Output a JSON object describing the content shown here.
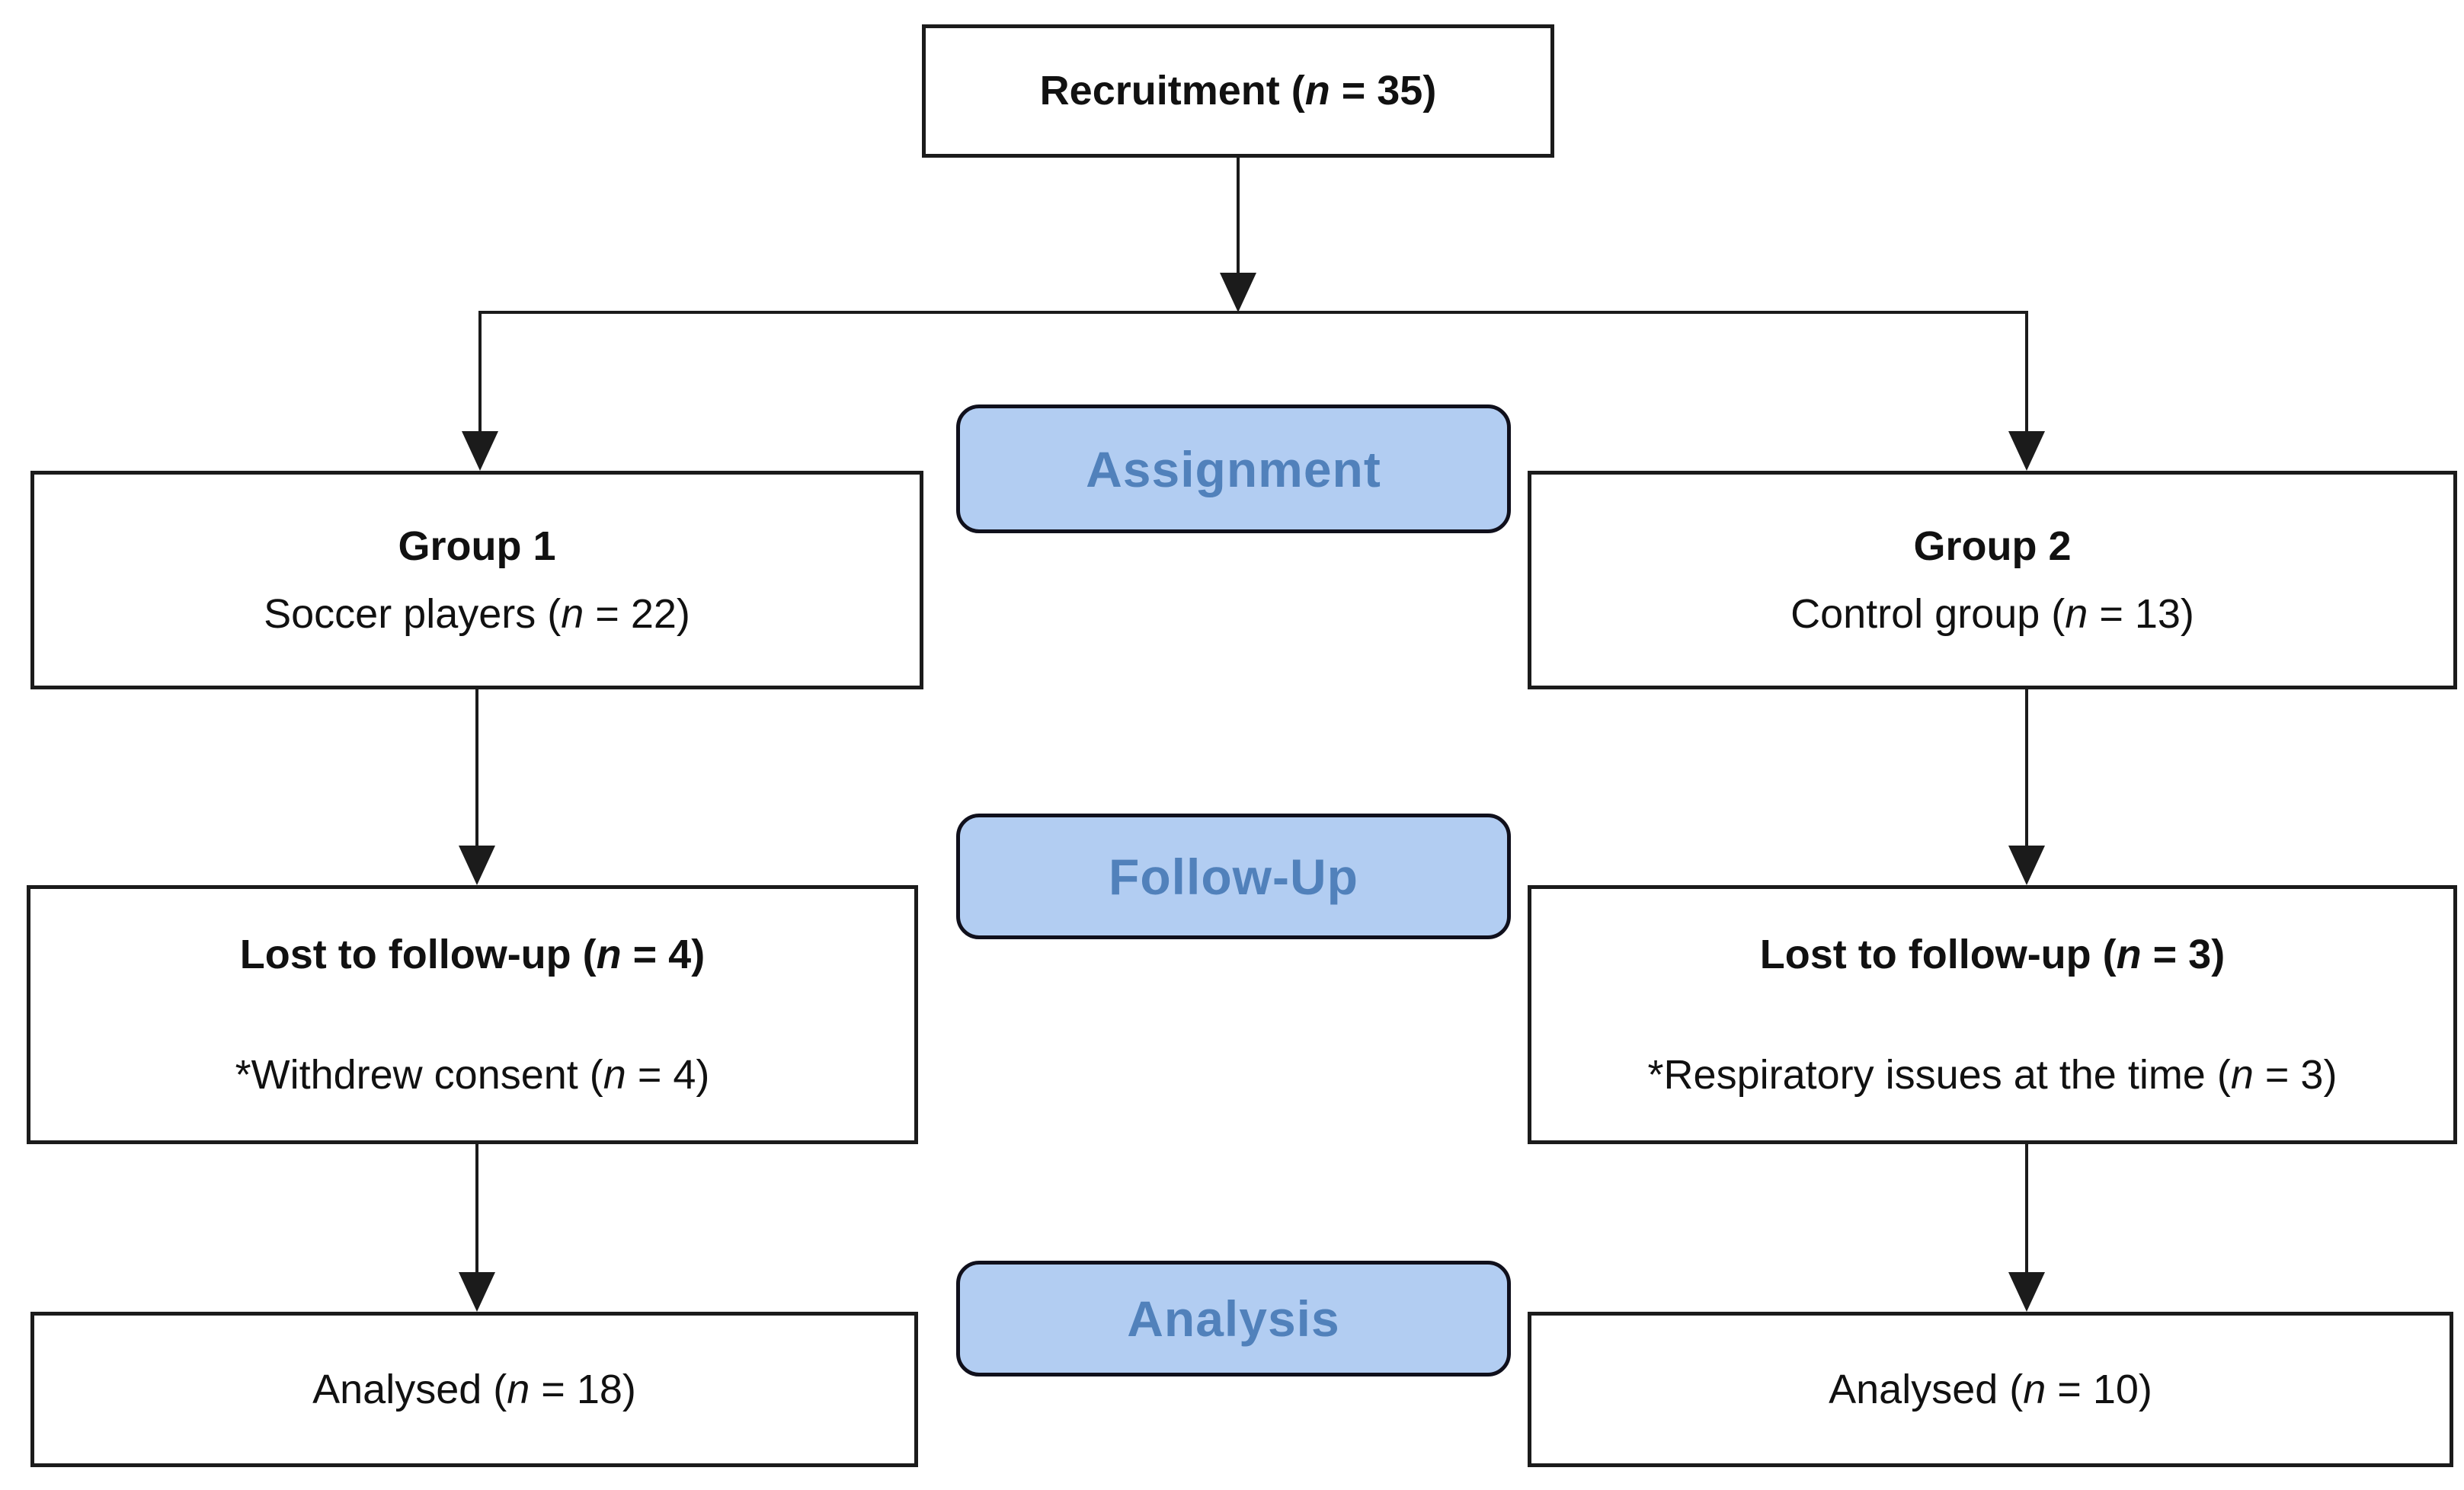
{
  "diagram": {
    "recruitment": {
      "pre": "Recruitment (",
      "n": "n",
      "post": " = 35)"
    },
    "group1": {
      "title": "Group 1",
      "pre": "Soccer players (",
      "n": "n",
      "post": " = 22)"
    },
    "group2": {
      "title": "Group 2",
      "pre": "Control group (",
      "n": "n",
      "post": " = 13)"
    },
    "lost1": {
      "title_pre": "Lost to follow-up (",
      "title_n": "n",
      "title_post": " = 4)",
      "detail_pre": "*Withdrew consent (",
      "detail_n": "n",
      "detail_post": " = 4)"
    },
    "lost2": {
      "title_pre": "Lost to follow-up (",
      "title_n": "n",
      "title_post": " = 3)",
      "detail_pre": "*Respiratory issues at the time (",
      "detail_n": "n",
      "detail_post": " = 3)"
    },
    "analysed1": {
      "pre": "Analysed (",
      "n": "n",
      "post": " = 18)"
    },
    "analysed2": {
      "pre": "Analysed (",
      "n": "n",
      "post": " = 10)"
    },
    "stages": {
      "assignment": "Assignment",
      "followup": "Follow-Up",
      "analysis": "Analysis"
    },
    "colors": {
      "stage_fill": "#b2cdf2",
      "stage_text": "#5181bb",
      "stage_border": "#10101c",
      "box_border": "#1b1b1b",
      "line": "#1b1b1b"
    }
  }
}
